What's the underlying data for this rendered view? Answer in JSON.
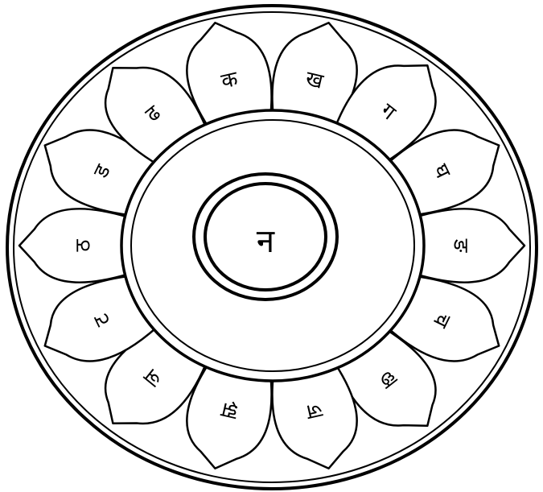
{
  "center": {
    "syllable": "न"
  },
  "petals": [
    {
      "label": "क",
      "angle": 103
    },
    {
      "label": "ख",
      "angle": 77
    },
    {
      "label": "ग",
      "angle": 52
    },
    {
      "label": "घ",
      "angle": 26
    },
    {
      "label": "ङ",
      "angle": 0
    },
    {
      "label": "च",
      "angle": -26
    },
    {
      "label": "छ",
      "angle": -52
    },
    {
      "label": "ज",
      "angle": -77
    },
    {
      "label": "झ",
      "angle": -103
    },
    {
      "label": "ञ",
      "angle": -129
    },
    {
      "label": "ट",
      "angle": -154
    },
    {
      "label": "ठ",
      "angle": 180
    },
    {
      "label": "ड",
      "angle": 154
    },
    {
      "label": "ढ",
      "angle": 129
    }
  ],
  "colors": {
    "ink": "#000000",
    "paper": "#ffffff"
  }
}
